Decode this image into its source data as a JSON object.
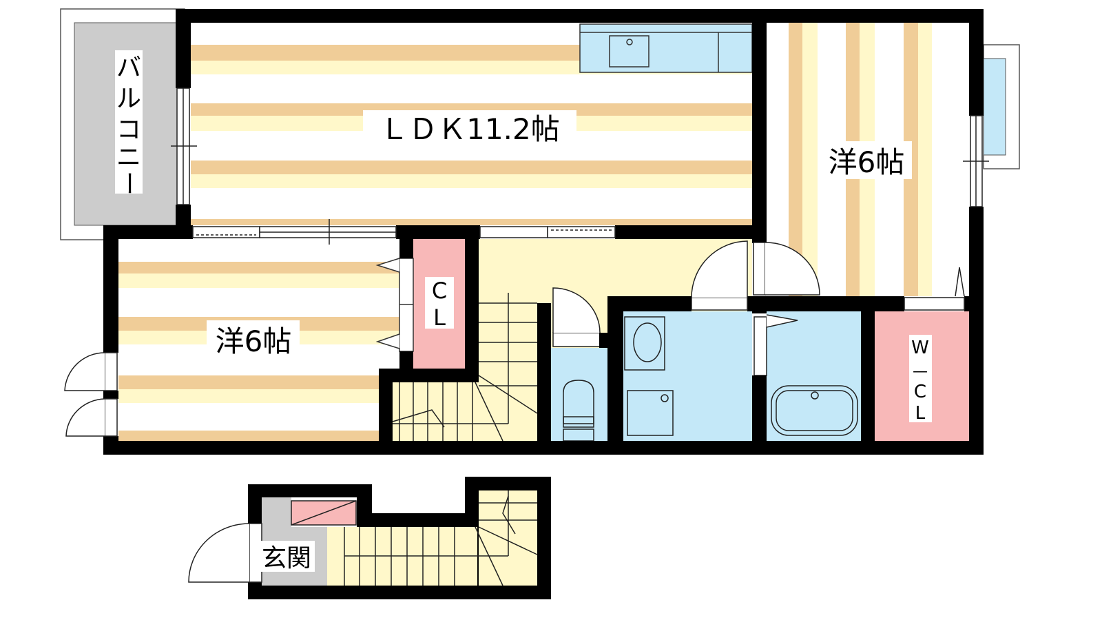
{
  "floor_plan": {
    "rooms": {
      "ldk": {
        "label": "ＬＤＫ11.2帖"
      },
      "western_room_right": {
        "label": "洋6帖"
      },
      "western_room_left": {
        "label": "洋6帖"
      },
      "closet": {
        "label_line1": "C",
        "label_line2": "L"
      },
      "walk_in_closet": {
        "label_line1": "W",
        "label_line2": "—",
        "label_line3": "C",
        "label_line4": "L"
      },
      "balcony": {
        "label": [
          "バ",
          "ル",
          "コ",
          "ニ",
          "ー"
        ]
      },
      "entrance": {
        "label": "玄関"
      }
    },
    "colors": {
      "wall": "#000000",
      "floor_tan": "#F0CD98",
      "floor_yellow": "#FFF8CA",
      "wet_area_blue": "#C4E8F8",
      "closet_pink": "#F8B8B8",
      "balcony_gray": "#CCCCCC"
    }
  }
}
